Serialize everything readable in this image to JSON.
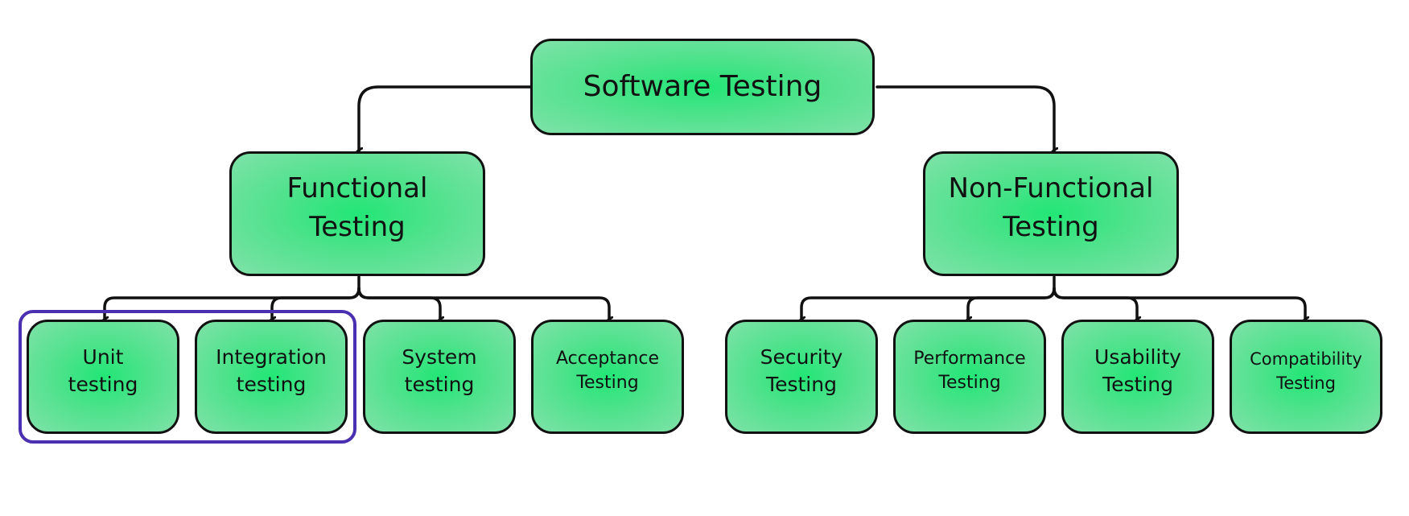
{
  "colors": {
    "node_fill": "#22e676",
    "node_border": "#111111",
    "highlight_border": "#4a2fb0"
  },
  "nodes": {
    "root": "Software Testing",
    "functional": "Functional\nTesting",
    "non_functional": "Non-Functional\nTesting",
    "unit": "Unit\ntesting",
    "integration": "Integration\ntesting",
    "system": "System\ntesting",
    "acceptance": "Acceptance\nTesting",
    "security": "Security\nTesting",
    "performance": "Performance\nTesting",
    "usability": "Usability\nTesting",
    "compatibility": "Compatibility\nTesting"
  },
  "highlighted_group": [
    "unit",
    "integration"
  ]
}
